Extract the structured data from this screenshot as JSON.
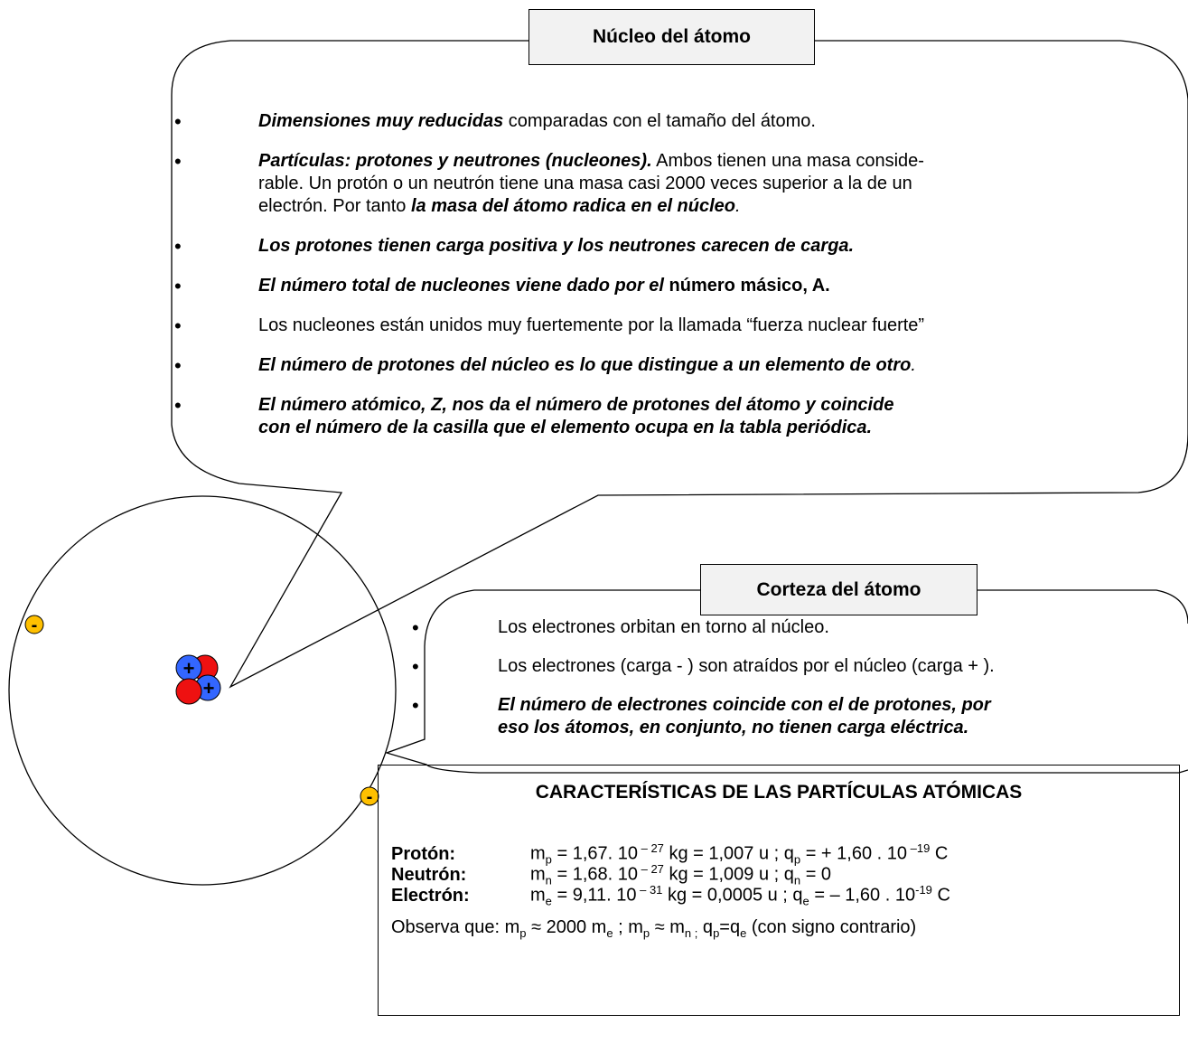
{
  "nucleo": {
    "title": "Núcleo del átomo",
    "bullets": [
      {
        "bold": "Dimensiones muy reducidas",
        "rest": " comparadas con el tamaño del átomo."
      },
      {
        "bold": "Partículas: protones y neutrones (nucleones).",
        "rest": " Ambos tienen una masa conside-",
        "line2": "rable. Un protón o un neutrón tiene una masa casi 2000 veces superior a la de un",
        "line3_a": "electrón. Por tanto ",
        "line3_b": "la masa del átomo radica en el núcleo",
        "line3_c": "."
      },
      {
        "bold": "Los protones tienen carga positiva y los neutrones carecen de carga."
      },
      {
        "bold": "El número total de nucleones viene dado por el",
        "rest": " número másico, A."
      },
      {
        "rest": "Los nucleones están unidos muy fuertemente por la llamada “fuerza nuclear fuerte”"
      },
      {
        "bold": "El número de protones del núcleo es lo que distingue a un elemento de otro",
        "rest": "."
      },
      {
        "bold": "El número atómico, Z",
        "rest": ", nos da el número de protones del átomo y coincide",
        "line2": "con el número de la casilla que el elemento ocupa en la tabla periódica."
      }
    ]
  },
  "corteza": {
    "title": "Corteza del átomo",
    "bullets": [
      {
        "rest": "Los electrones orbitan en torno al núcleo."
      },
      {
        "rest": "Los electrones (carga - ) son atraídos por el núcleo (carga + )."
      },
      {
        "bold": "El número de electrones coincide con el de protones, por",
        "line2": "eso los átomos, en conjunto, no tienen carga eléctrica."
      }
    ]
  },
  "atom": {
    "plus": "+",
    "minus": "-",
    "colors": {
      "proton": "#3366ff",
      "neutron": "#ee1111",
      "electron": "#ffc000"
    }
  },
  "props": {
    "title": "CARACTERÍSTICAS DE LAS PARTÍCULAS ATÓMICAS",
    "rows": [
      {
        "label": "Protón:",
        "m": "m",
        "msub": "p",
        "mval": " = 1,67. 10",
        "mexp": " – 27",
        "mrest": " kg =  1,007 u ;   q",
        "qsub": "p",
        "qval": " =  + 1,60 . 10",
        "qexp": " –19",
        "qunit": " C"
      },
      {
        "label": "Neutrón:",
        "m": "m",
        "msub": "n",
        "mval": " = 1,68. 10",
        "mexp": " – 27",
        "mrest": " kg =  1,009 u ;   q",
        "qsub": "n",
        "qval": " = 0",
        "qexp": "",
        "qunit": ""
      },
      {
        "label": "Electrón:",
        "m": "m",
        "msub": "e",
        "mval": " =  9,11. 10",
        "mexp": " – 31",
        "mrest": " kg =  0,0005 u ;  q",
        "qsub": "e",
        "qval": " = – 1,60 . 10",
        "qexp": "-19",
        "qunit": " C"
      }
    ],
    "observa": {
      "a": "Observa que: m",
      "s1": "p",
      "b": " ≈ 2000 m",
      "s2": "e",
      "c": " ; m",
      "s3": "p",
      "d": " ≈ m",
      "s4": "n ;",
      "e": " q",
      "s5": "p",
      "f": "=q",
      "s6": "e",
      "g": "  (con signo contrario)"
    }
  }
}
